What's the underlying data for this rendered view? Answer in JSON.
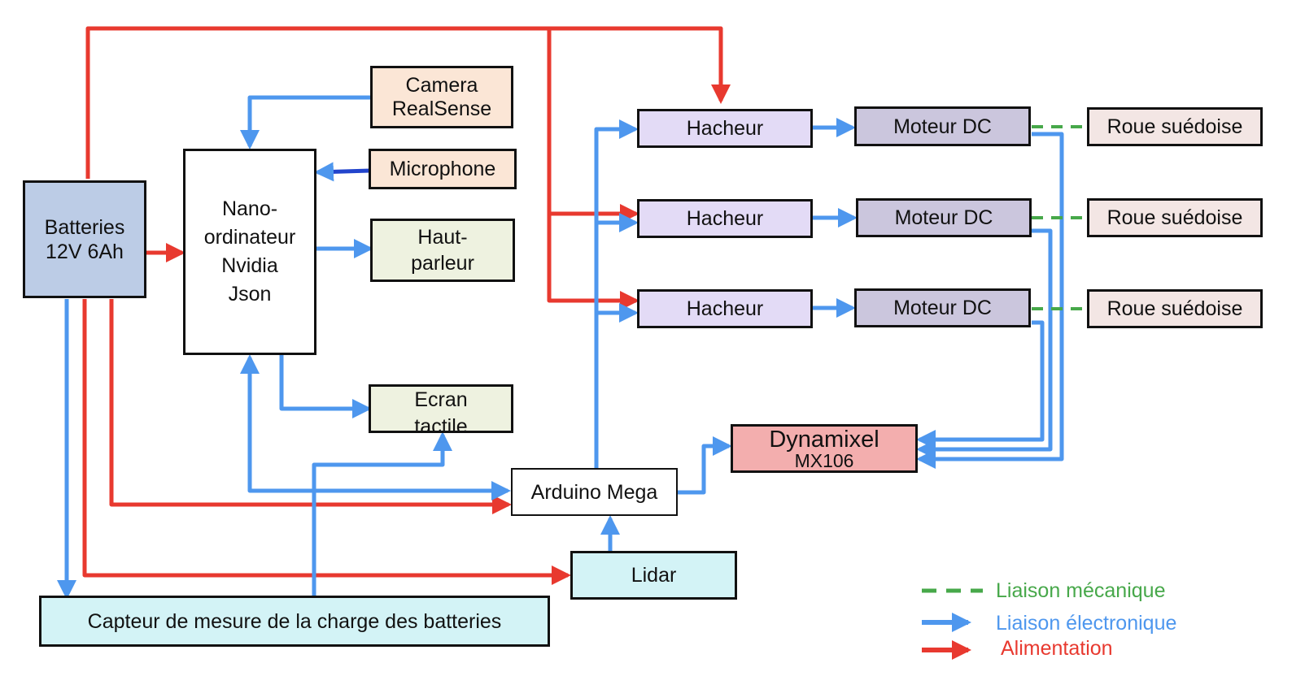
{
  "colors": {
    "power": "#e8392f",
    "electronic": "#4e97ee",
    "mechanical": "#47a84a",
    "battery_fill": "#bccce6",
    "sensor_fill": "#fbe6d6",
    "output_fill": "#eef2e0",
    "hacheur_fill": "#e3dbf6",
    "moteur_fill": "#cbc6dd",
    "roue_fill": "#f3e6e4",
    "dynamixel_fill": "#f3aeae",
    "lidar_fill": "#d3f3f6",
    "capteur_fill": "#d3f3f6"
  },
  "blocks": {
    "batteries": [
      "Batteries",
      "12V 6Ah"
    ],
    "nano": [
      "Nano-",
      "ordinateur",
      "Nvidia",
      "Json"
    ],
    "camera": [
      "Camera",
      "RealSense"
    ],
    "microphone": [
      "Microphone"
    ],
    "haut_parleur": [
      "Haut-",
      "parleur"
    ],
    "ecran": [
      "Ecran",
      "tactile"
    ],
    "hacheur_1": "Hacheur",
    "hacheur_2": "Hacheur",
    "hacheur_3": "Hacheur",
    "moteur_1": "Moteur DC",
    "moteur_2": "Moteur DC",
    "moteur_3": "Moteur DC",
    "roue_1": "Roue suédoise",
    "roue_2": "Roue suédoise",
    "roue_3": "Roue suédoise",
    "dynamixel": [
      "Dynamixel",
      "MX106"
    ],
    "arduino": "Arduino Mega",
    "lidar": "Lidar",
    "capteur": "Capteur de mesure de la charge des batteries"
  },
  "legend": {
    "mechanical": "Liaison mécanique",
    "electronic": "Liaison électronique",
    "power": "Alimentation"
  }
}
